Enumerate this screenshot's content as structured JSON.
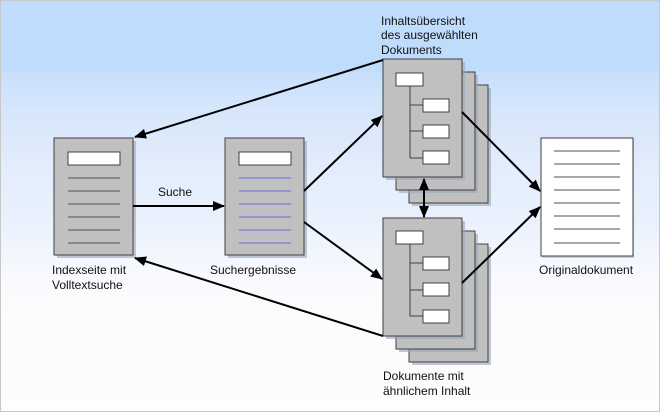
{
  "diagram": {
    "nodes": {
      "index_page": {
        "label_lines": [
          "Indexseite mit",
          "Volltextsuche"
        ]
      },
      "search_results": {
        "label_lines": [
          "Suchergebnisse"
        ]
      },
      "content_overview": {
        "label_lines": [
          "Inhaltsübersicht",
          "des ausgewählten",
          "Dokuments"
        ]
      },
      "similar_documents": {
        "label_lines": [
          "Dokumente mit",
          "ähnlichem Inhalt"
        ]
      },
      "original_document": {
        "label_lines": [
          "Originaldokument"
        ]
      }
    },
    "edges": [
      {
        "from": "index_page",
        "to": "search_results",
        "label": "Suche"
      },
      {
        "from": "search_results",
        "to": "content_overview",
        "label": ""
      },
      {
        "from": "search_results",
        "to": "similar_documents",
        "label": ""
      },
      {
        "from": "content_overview",
        "to": "index_page",
        "label": ""
      },
      {
        "from": "similar_documents",
        "to": "index_page",
        "label": ""
      },
      {
        "from": "content_overview",
        "to": "original_document",
        "label": ""
      },
      {
        "from": "similar_documents",
        "to": "original_document",
        "label": ""
      },
      {
        "from": "content_overview",
        "to": "similar_documents",
        "label": "",
        "bidirectional": true
      }
    ],
    "colors": {
      "page_fill": "#c0c0c0",
      "page_border": "#404040",
      "result_line": "#6a6ae0",
      "text_line": "#404040",
      "arrow": "#000000",
      "original_fill": "#ffffff"
    }
  }
}
